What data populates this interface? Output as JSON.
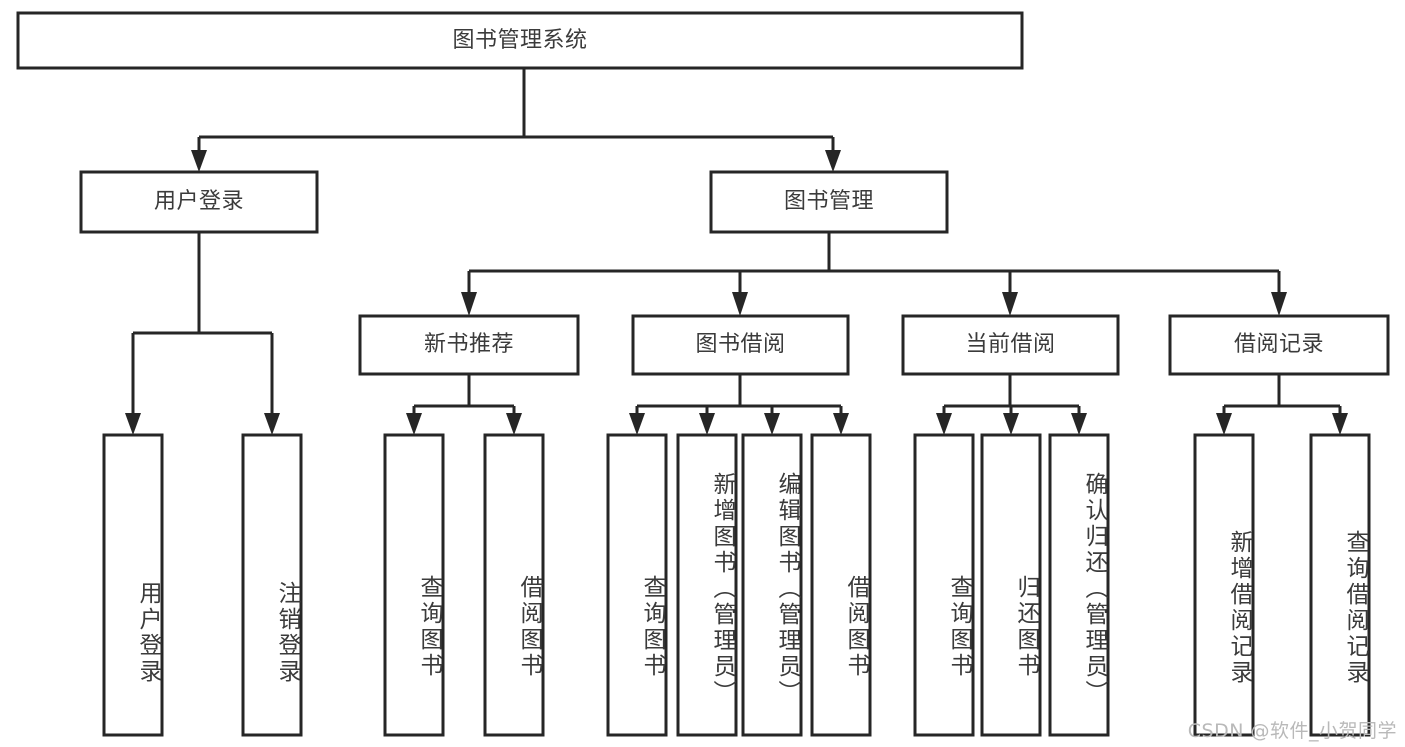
{
  "diagram": {
    "title": "图书管理系统",
    "type": "tree-hierarchy-diagram",
    "colors": {
      "stroke": "#262626",
      "fill": "#ffffff",
      "text": "#3b3b3b",
      "watermark": "#b9b9b9",
      "background": "#ffffff"
    },
    "root": {
      "label": "图书管理系统"
    },
    "level2": [
      {
        "label": "用户登录"
      },
      {
        "label": "图书管理"
      }
    ],
    "level3": [
      {
        "label": "新书推荐"
      },
      {
        "label": "图书借阅"
      },
      {
        "label": "当前借阅"
      },
      {
        "label": "借阅记录"
      }
    ],
    "leaves": {
      "user_login": [
        {
          "label": "用户登录"
        },
        {
          "label": "注销登录"
        }
      ],
      "new_book_recommend": [
        {
          "label": "查询图书"
        },
        {
          "label": "借阅图书"
        }
      ],
      "book_borrow": [
        {
          "label": "查询图书"
        },
        {
          "label": "新增图书（管理员）"
        },
        {
          "label": "编辑图书（管理员）"
        },
        {
          "label": "借阅图书"
        }
      ],
      "current_borrow": [
        {
          "label": "查询图书"
        },
        {
          "label": "归还图书"
        },
        {
          "label": "确认归还（管理员）"
        }
      ],
      "borrow_record": [
        {
          "label": "新增借阅记录"
        },
        {
          "label": "查询借阅记录"
        }
      ]
    }
  },
  "watermark": {
    "text": "CSDN @软件_小贺同学"
  }
}
